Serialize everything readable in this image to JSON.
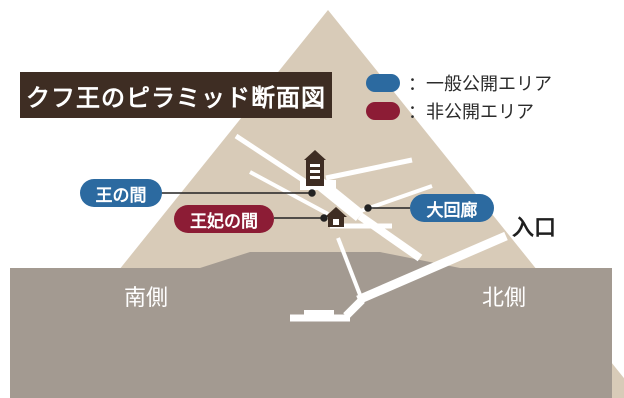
{
  "title": "クフ王のピラミッド断面図",
  "legend": [
    {
      "label": "：一般公開エリア",
      "color": "#2c6aa0"
    },
    {
      "label": "：非公開エリア",
      "color": "#8c1c35"
    }
  ],
  "labels": {
    "king_chamber": "王の間",
    "queen_chamber": "王妃の間",
    "grand_gallery": "大回廊",
    "entrance": "入口",
    "south_side": "南側",
    "north_side": "北側"
  },
  "colors": {
    "pyramid": "#d8cbb8",
    "ground": "#a39a91",
    "public": "#2c6aa0",
    "private": "#8c1c35",
    "title_bg": "#3e2d23",
    "chamber_icon": "#3e2d23"
  },
  "icons": {
    "king_chamber": "chamber-icon",
    "queen_chamber": "chamber-icon"
  }
}
